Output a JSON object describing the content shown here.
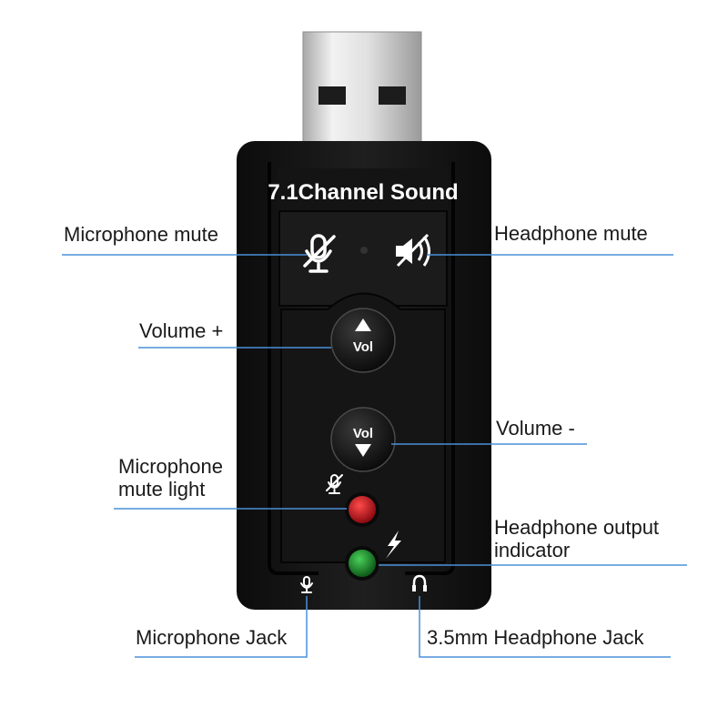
{
  "device": {
    "title": "7.1Channel Sound",
    "vol_label": "Vol"
  },
  "callouts": {
    "microphone_mute": "Microphone mute",
    "headphone_mute": "Headphone mute",
    "volume_up": "Volume +",
    "volume_down": "Volume -",
    "microphone_mute_light_line1": "Microphone",
    "microphone_mute_light_line2": "mute light",
    "headphone_output_indicator_line1": "Headphone output",
    "headphone_output_indicator_line2": "indicator",
    "microphone_jack": "Microphone Jack",
    "headphone_jack": "3.5mm Headphone Jack"
  },
  "icons": {
    "mic_mute": "microphone-mute-icon",
    "speaker_mute": "speaker-mute-icon",
    "mic_small": "microphone-icon",
    "lightning": "lightning-icon",
    "headphone": "headphone-icon"
  },
  "colors": {
    "leader_line": "#4a90d9",
    "body": "#161616",
    "red_led": "#c0141c",
    "green_led": "#1e8f2e"
  }
}
